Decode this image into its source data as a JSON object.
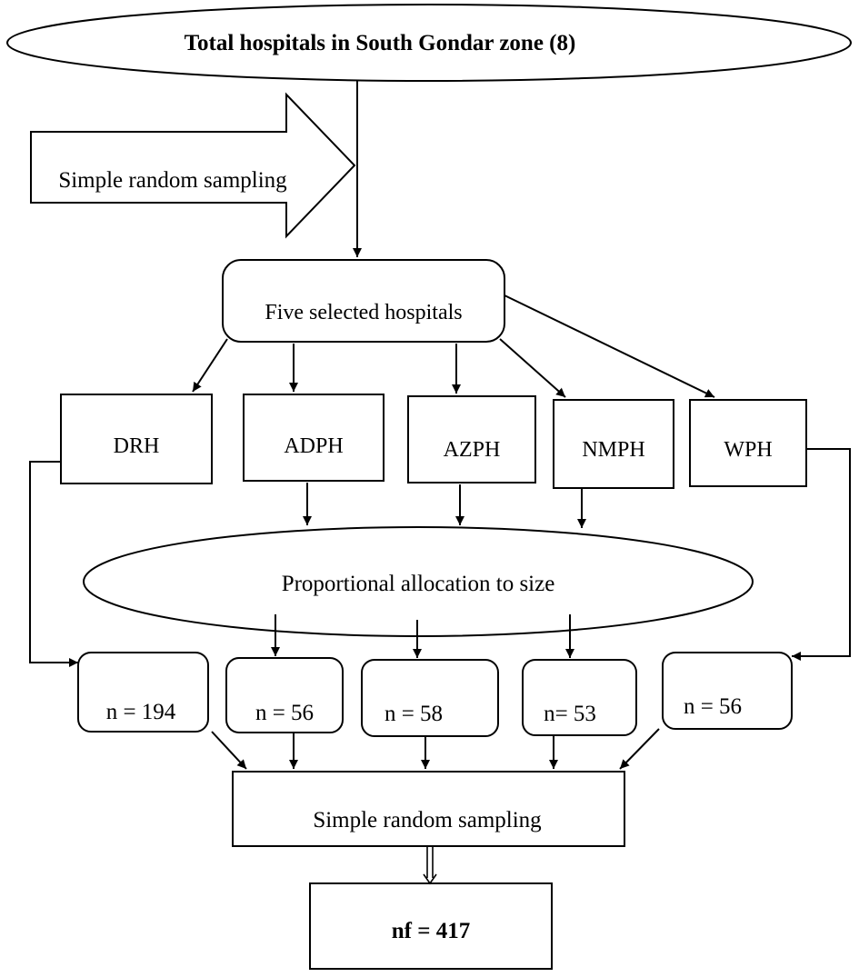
{
  "diagram": {
    "top": "Total hospitals in South Gondar zone (8)",
    "arrow_label": "Simple random sampling",
    "selected": "Five selected hospitals",
    "hospitals": [
      "DRH",
      "ADPH",
      "AZPH",
      "NMPH",
      "WPH"
    ],
    "allocation": "Proportional allocation to size",
    "samples": [
      "n = 194",
      "n = 56",
      "n = 58",
      "n= 53",
      "n = 56"
    ],
    "final_sampling": "Simple random sampling",
    "final": "nf = 417"
  }
}
